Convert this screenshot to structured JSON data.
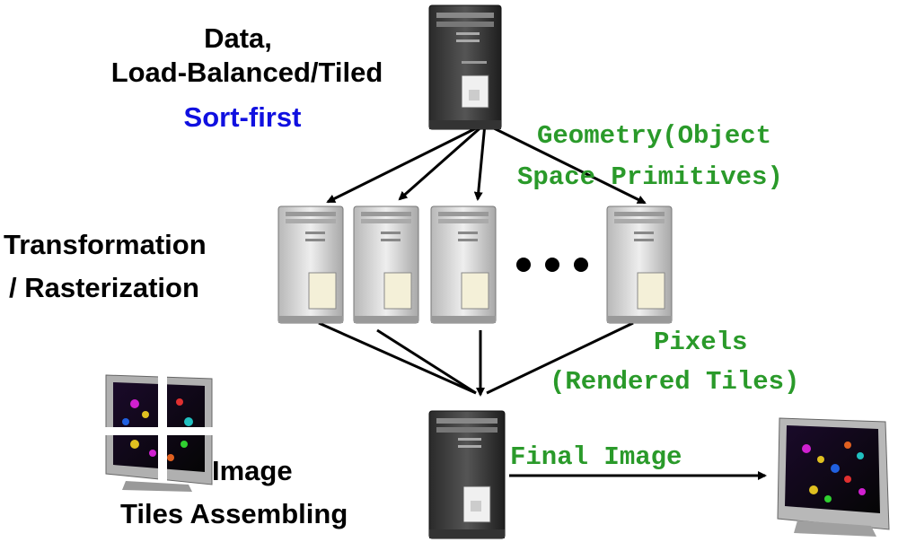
{
  "labels": {
    "data_line1": "Data,",
    "data_line2": "Load-Balanced/Tiled",
    "sort_first": "Sort-first",
    "transform_line1": "Transformation",
    "transform_line2": "/ Rasterization",
    "geometry_line1": "Geometry(Object",
    "geometry_line2": "Space Primitives)",
    "pixels_line1": "Pixels",
    "pixels_line2": "(Rendered Tiles)",
    "image_tiles_line1": "Image",
    "image_tiles_line2": "Tiles Assembling",
    "final_image": "Final Image"
  },
  "colors": {
    "accent_blue": "#1010e0",
    "accent_green": "#2a9a2a"
  },
  "icons": {
    "server": "tower-server-icon",
    "monitor": "crt-monitor-icon",
    "ellipsis": "ellipsis-dots-icon"
  }
}
